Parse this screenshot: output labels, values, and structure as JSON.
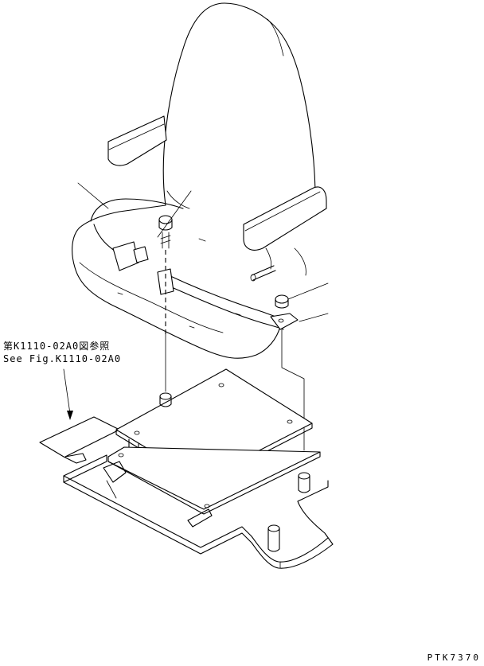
{
  "reference": {
    "japanese": "第K1110-02A0図参照",
    "english": "See Fig.K1110-02A0"
  },
  "drawing_code": "PTK7370"
}
